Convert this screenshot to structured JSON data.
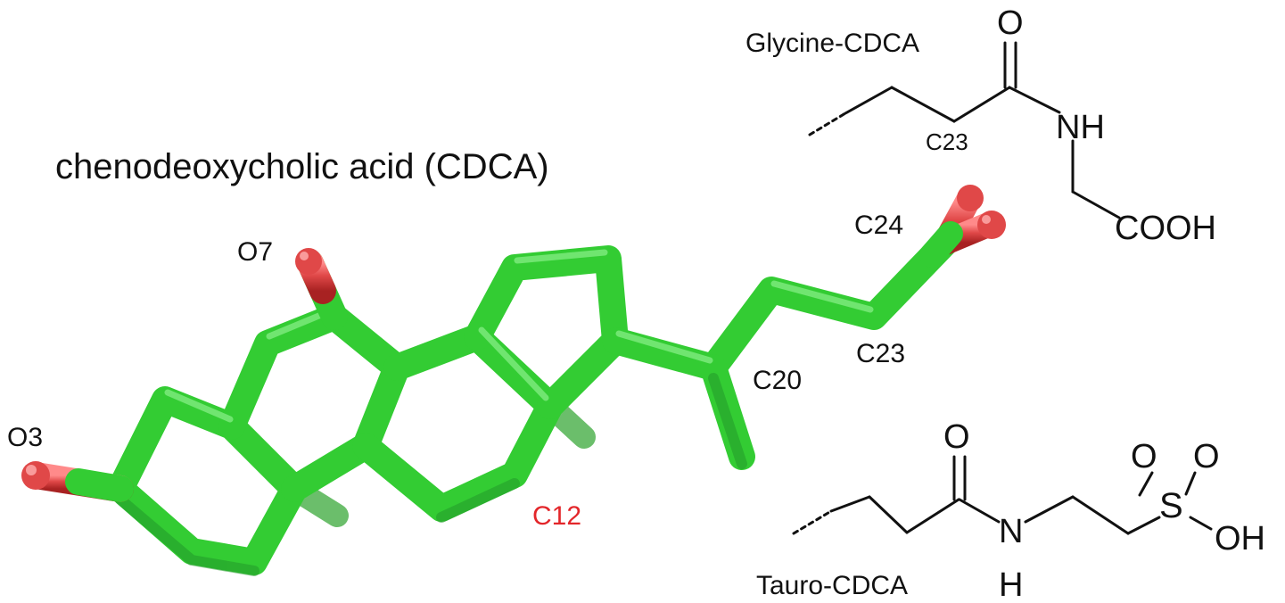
{
  "title": "chenodeoxycholic acid (CDCA)",
  "atom_labels": {
    "o3": "O3",
    "o7": "O7",
    "c12": "C12",
    "c20": "C20",
    "c23": "C23",
    "c24": "C24"
  },
  "glycine": {
    "name": "Glycine-CDCA",
    "o": "O",
    "nh": "NH",
    "c23": "C23",
    "cooh": "COOH"
  },
  "tauro": {
    "name": "Tauro-CDCA",
    "o": "O",
    "n": "N",
    "h": "H",
    "s": "S",
    "so_o1": "O",
    "so_o2": "O",
    "oh": "OH"
  },
  "colors": {
    "carbon": "#33cc33",
    "oxygen": "#e04848",
    "highlight_label": "#e3262a",
    "ink": "#111111"
  }
}
